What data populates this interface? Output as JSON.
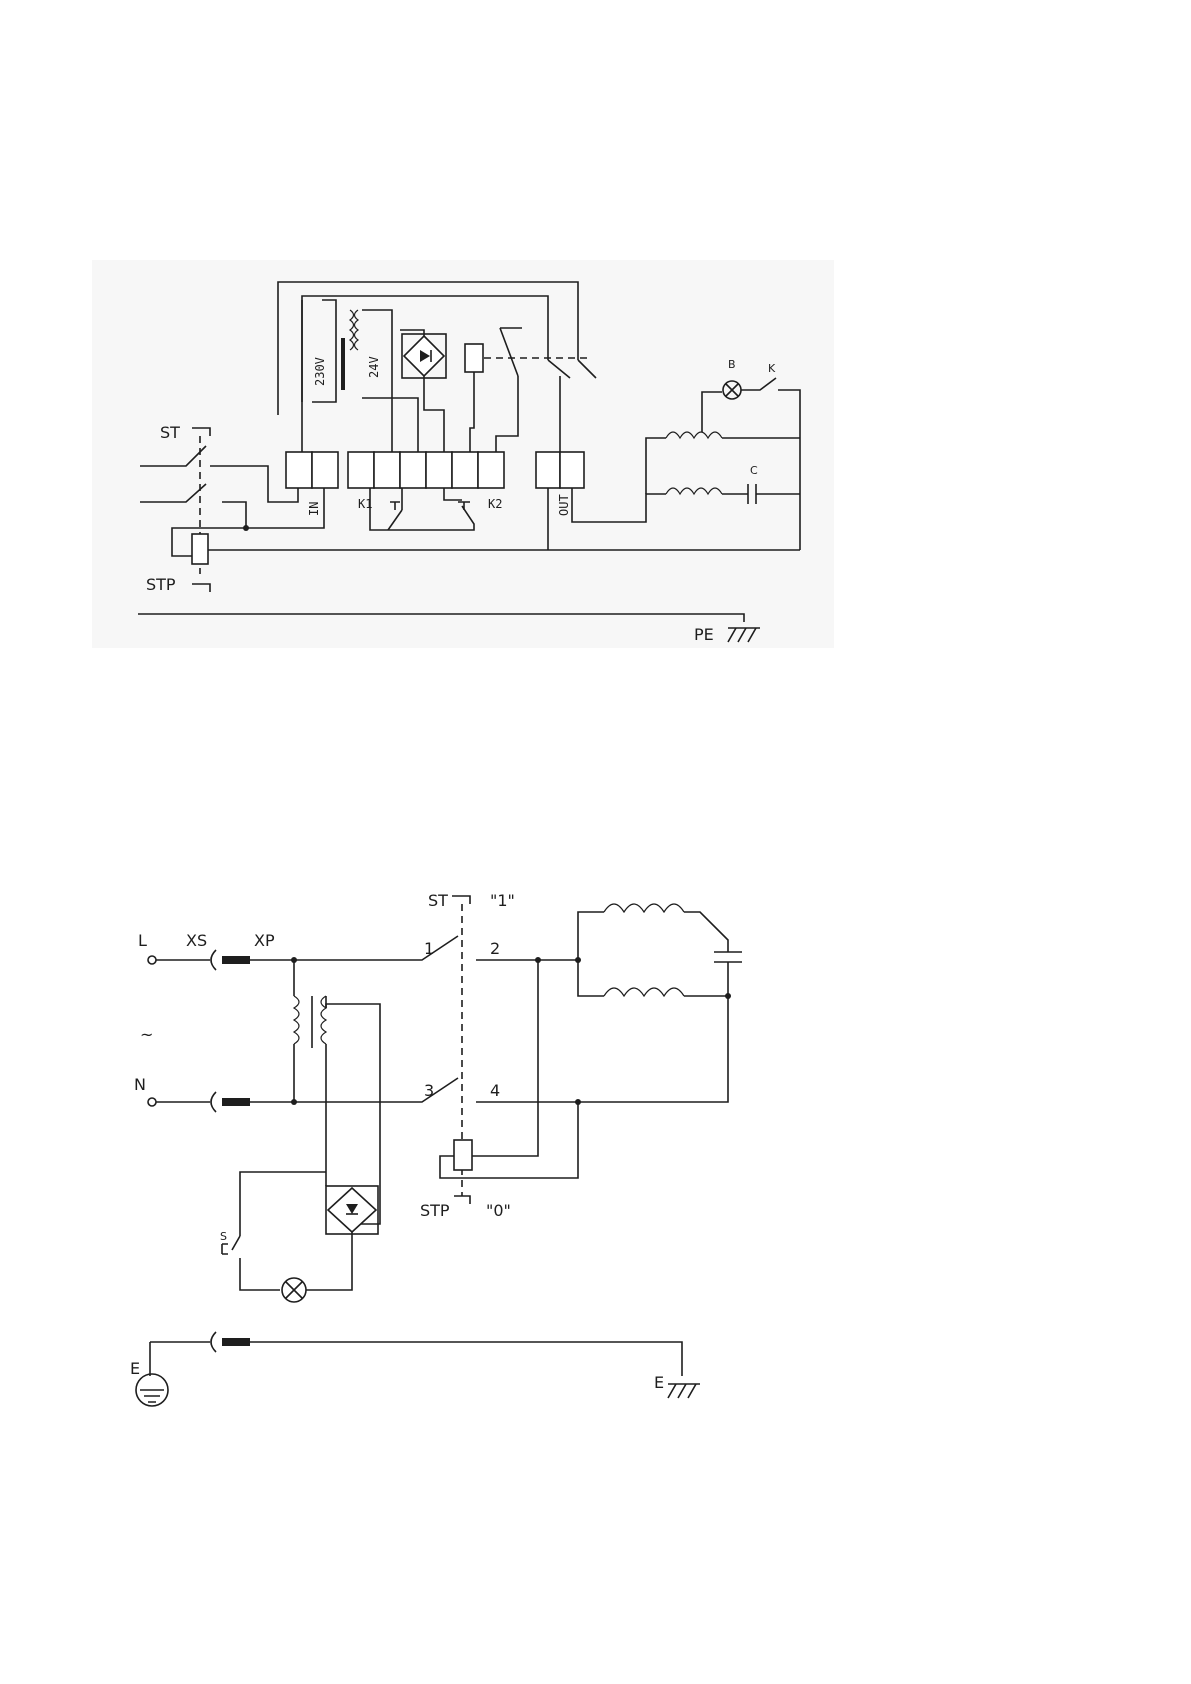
{
  "diagram1": {
    "switch_label": "ST",
    "coil_label": "STP",
    "terminal_in_label": "IN",
    "terminal_out_label": "OUT",
    "transformer_primary_label": "230V",
    "transformer_secondary_label": "24V",
    "button_k1_label": "K1",
    "button_k2_label": "K2",
    "lamp_label": "B",
    "lamp_switch_label": "K",
    "capacitor_label": "C",
    "ground_label": "PE"
  },
  "diagram2": {
    "line_label": "L",
    "neutral_label": "N",
    "ac_symbol": "~",
    "socket_label": "XS",
    "plug_label": "XP",
    "switch_label": "ST",
    "switch_on_label": "\"1\"",
    "switch_off_label": "\"0\"",
    "coil_label": "STP",
    "pin1": "1",
    "pin2": "2",
    "pin3": "3",
    "pin4": "4",
    "lamp_switch_label": "S",
    "earth_left_label": "E",
    "earth_right_label": "E"
  }
}
